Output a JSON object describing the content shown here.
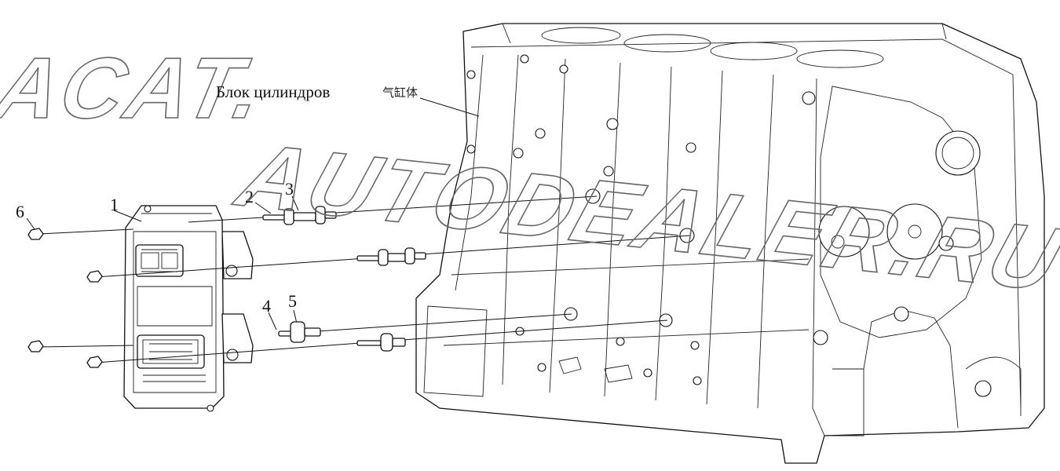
{
  "watermark": {
    "line1": "ACAT.",
    "line2": "AUTODEALER.RU"
  },
  "labels": {
    "ru": "Блок цилиндров",
    "cn": "气缸体"
  },
  "callouts": [
    {
      "id": "1",
      "text": "1"
    },
    {
      "id": "2",
      "text": "2"
    },
    {
      "id": "3",
      "text": "3"
    },
    {
      "id": "4",
      "text": "4"
    },
    {
      "id": "5",
      "text": "5"
    },
    {
      "id": "6",
      "text": "6"
    }
  ]
}
